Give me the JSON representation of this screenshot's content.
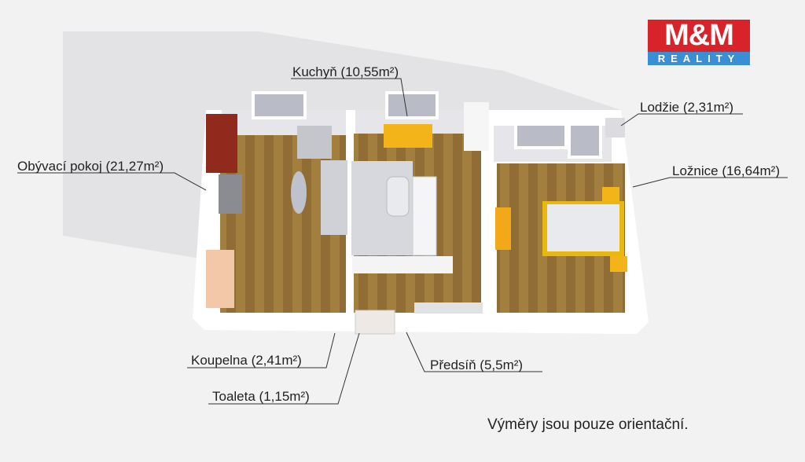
{
  "logo": {
    "brand_top": "M&M",
    "brand_bottom": "REALITY",
    "red": "#d8232a",
    "blue": "#3a8fd4"
  },
  "rooms": [
    {
      "name": "Kuchyň",
      "area": "Kuchyň (10,55m²)"
    },
    {
      "name": "Lodžie",
      "area": "Lodžie (2,31m²)"
    },
    {
      "name": "Obývací pokoj",
      "area": "Obývací pokoj (21,27m²)"
    },
    {
      "name": "Ložnice",
      "area": "Ložnice (16,64m²)"
    },
    {
      "name": "Koupelna",
      "area": "Koupelna (2,41m²)"
    },
    {
      "name": "Předsíň",
      "area": "Předsíň (5,5m²)"
    },
    {
      "name": "Toaleta",
      "area": "Toaleta (1,15m²)"
    }
  ],
  "note": "Výměry jsou pouze orientační.",
  "colors": {
    "floor": "#9a7a3e",
    "wall": "#ffffff",
    "furniture_yellow": "#f2b418",
    "wardrobe": "#8f2a1c"
  }
}
